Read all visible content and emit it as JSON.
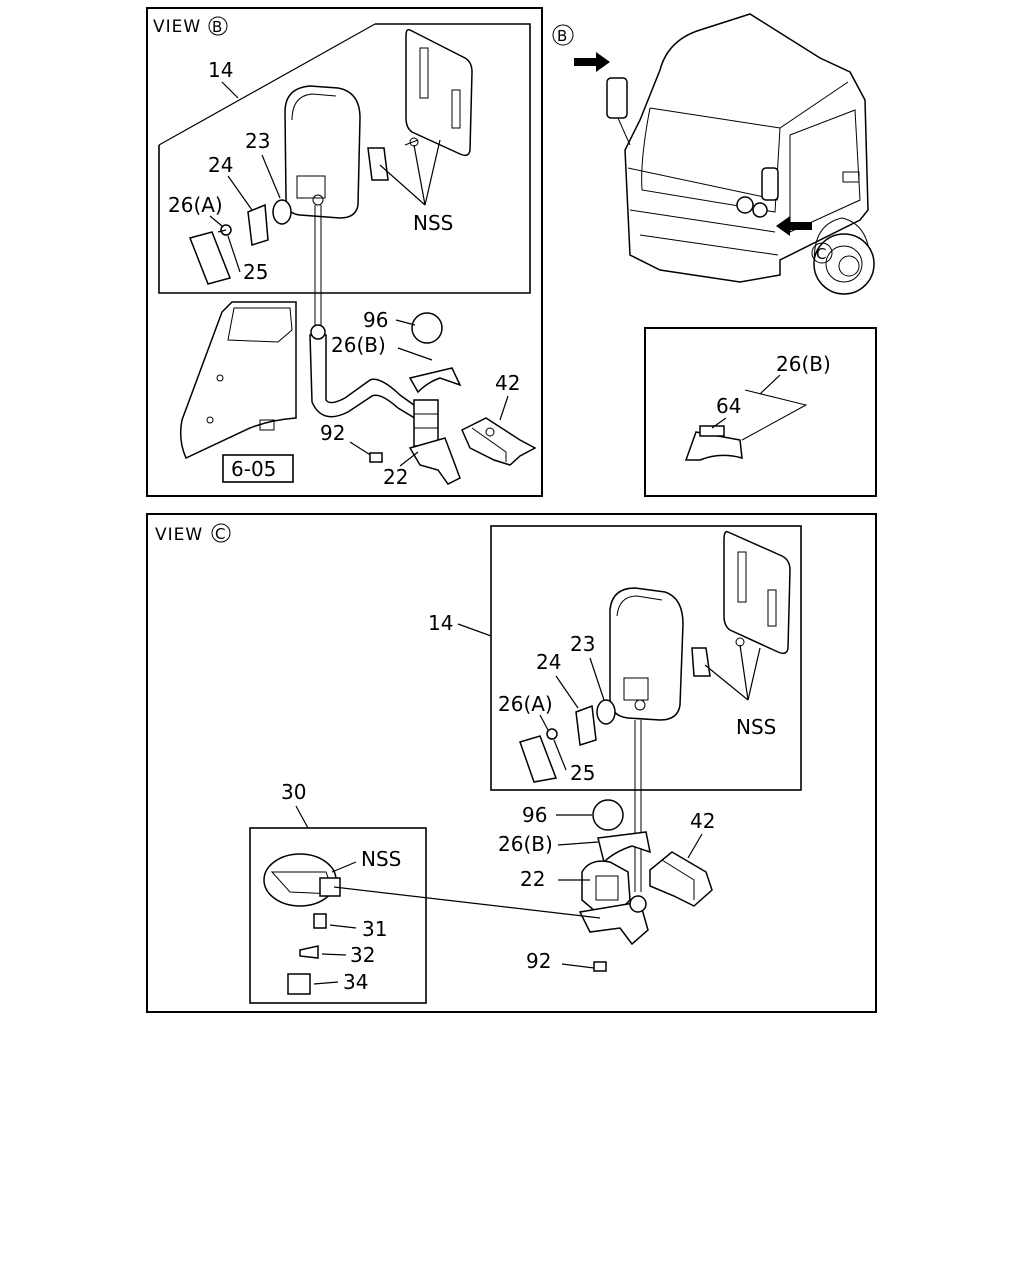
{
  "view_b": {
    "title": "VIEW",
    "marker": "B",
    "labels": {
      "p14": "14",
      "p23": "23",
      "p24": "24",
      "p26a": "26(A)",
      "p25": "25",
      "nss": "NSS",
      "p96": "96",
      "p26b": "26(B)",
      "p42": "42",
      "p92": "92",
      "p22": "22",
      "ref": "6-05"
    }
  },
  "overview": {
    "marker_b": "B",
    "marker_c": "C"
  },
  "detail": {
    "p26b": "26(B)",
    "p64": "64"
  },
  "view_c": {
    "title": "VIEW",
    "marker": "C",
    "labels": {
      "p14": "14",
      "p23": "23",
      "p24": "24",
      "p26a": "26(A)",
      "p25": "25",
      "nss": "NSS",
      "p96": "96",
      "p26b": "26(B)",
      "p42": "42",
      "p22": "22",
      "p92": "92",
      "p30": "30",
      "nss2": "NSS",
      "p31": "31",
      "p32": "32",
      "p34": "34"
    }
  }
}
